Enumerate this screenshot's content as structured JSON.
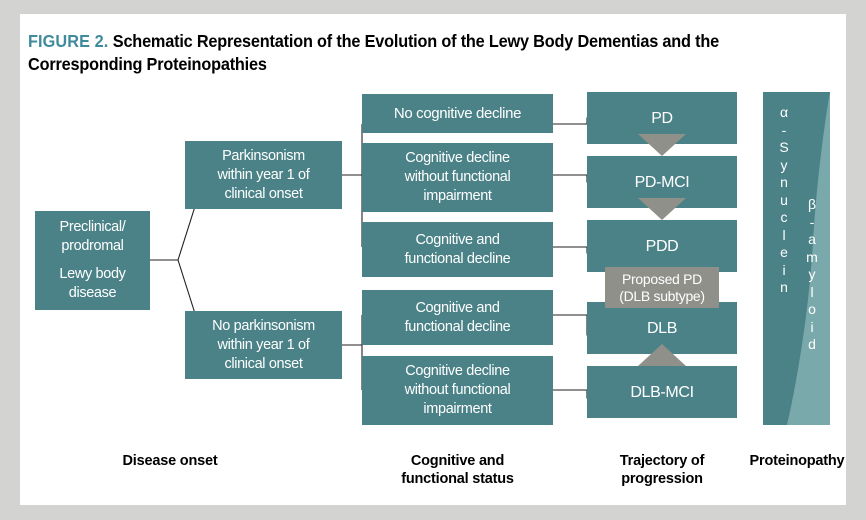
{
  "figure": {
    "number_label": "FIGURE 2.",
    "title": "Schematic Representation of the Evolution of the Lewy Body Dementias and the Corresponding Proteinopathies",
    "accent_color": "#3f8b9b",
    "node_color": "#4a8287",
    "arrow_color": "#8f908a",
    "band_light_color": "#7aa9ab",
    "card_background": "#ffffff",
    "page_background": "#d3d3d2"
  },
  "columns": [
    {
      "id": "disease-onset",
      "caption_line1": "Disease onset",
      "caption_line2": ""
    },
    {
      "id": "cognitive-functional-status",
      "caption_line1": "Cognitive and",
      "caption_line2": "functional status"
    },
    {
      "id": "trajectory-of-progression",
      "caption_line1": "Trajectory of",
      "caption_line2": "progression"
    },
    {
      "id": "proteinopathy",
      "caption_line1": "Proteinopathy",
      "caption_line2": ""
    }
  ],
  "onset": {
    "root": {
      "line1": "Preclinical/",
      "line2": "prodromal",
      "line3": "Lewy body",
      "line4": "disease"
    },
    "branches": [
      {
        "id": "parkinsonism",
        "line1": "Parkinsonism",
        "line2": "within year 1 of",
        "line3": "clinical onset"
      },
      {
        "id": "no-parkinsonism",
        "line1": "No parkinsonism",
        "line2": "within year 1 of",
        "line3": "clinical onset"
      }
    ]
  },
  "status": [
    {
      "id": "no-cognitive-decline",
      "line1": "No cognitive decline",
      "line2": "",
      "line3": ""
    },
    {
      "id": "cognitive-decline-no-functional-1",
      "line1": "Cognitive decline",
      "line2": "without functional",
      "line3": "impairment"
    },
    {
      "id": "cognitive-functional-decline-1",
      "line1": "Cognitive and",
      "line2": "functional decline",
      "line3": ""
    },
    {
      "id": "cognitive-functional-decline-2",
      "line1": "Cognitive and",
      "line2": "functional decline",
      "line3": ""
    },
    {
      "id": "cognitive-decline-no-functional-2",
      "line1": "Cognitive decline",
      "line2": "without functional",
      "line3": "impairment"
    }
  ],
  "trajectory": [
    {
      "id": "pd",
      "label": "PD"
    },
    {
      "id": "pd-mci",
      "label": "PD-MCI"
    },
    {
      "id": "pdd",
      "label": "PDD"
    },
    {
      "id": "dlb",
      "label": "DLB"
    },
    {
      "id": "dlb-mci",
      "label": "DLB-MCI"
    }
  ],
  "proposed_overlay": {
    "line1": "Proposed PD",
    "line2": "(DLB subtype)"
  },
  "proteinopathy": {
    "alpha_synuclein": [
      "α",
      "-",
      "S",
      "y",
      "n",
      "u",
      "c",
      "l",
      "e",
      "i",
      "n"
    ],
    "beta_amyloid": [
      "β",
      "-",
      "a",
      "m",
      "y",
      "l",
      "o",
      "i",
      "d"
    ]
  }
}
